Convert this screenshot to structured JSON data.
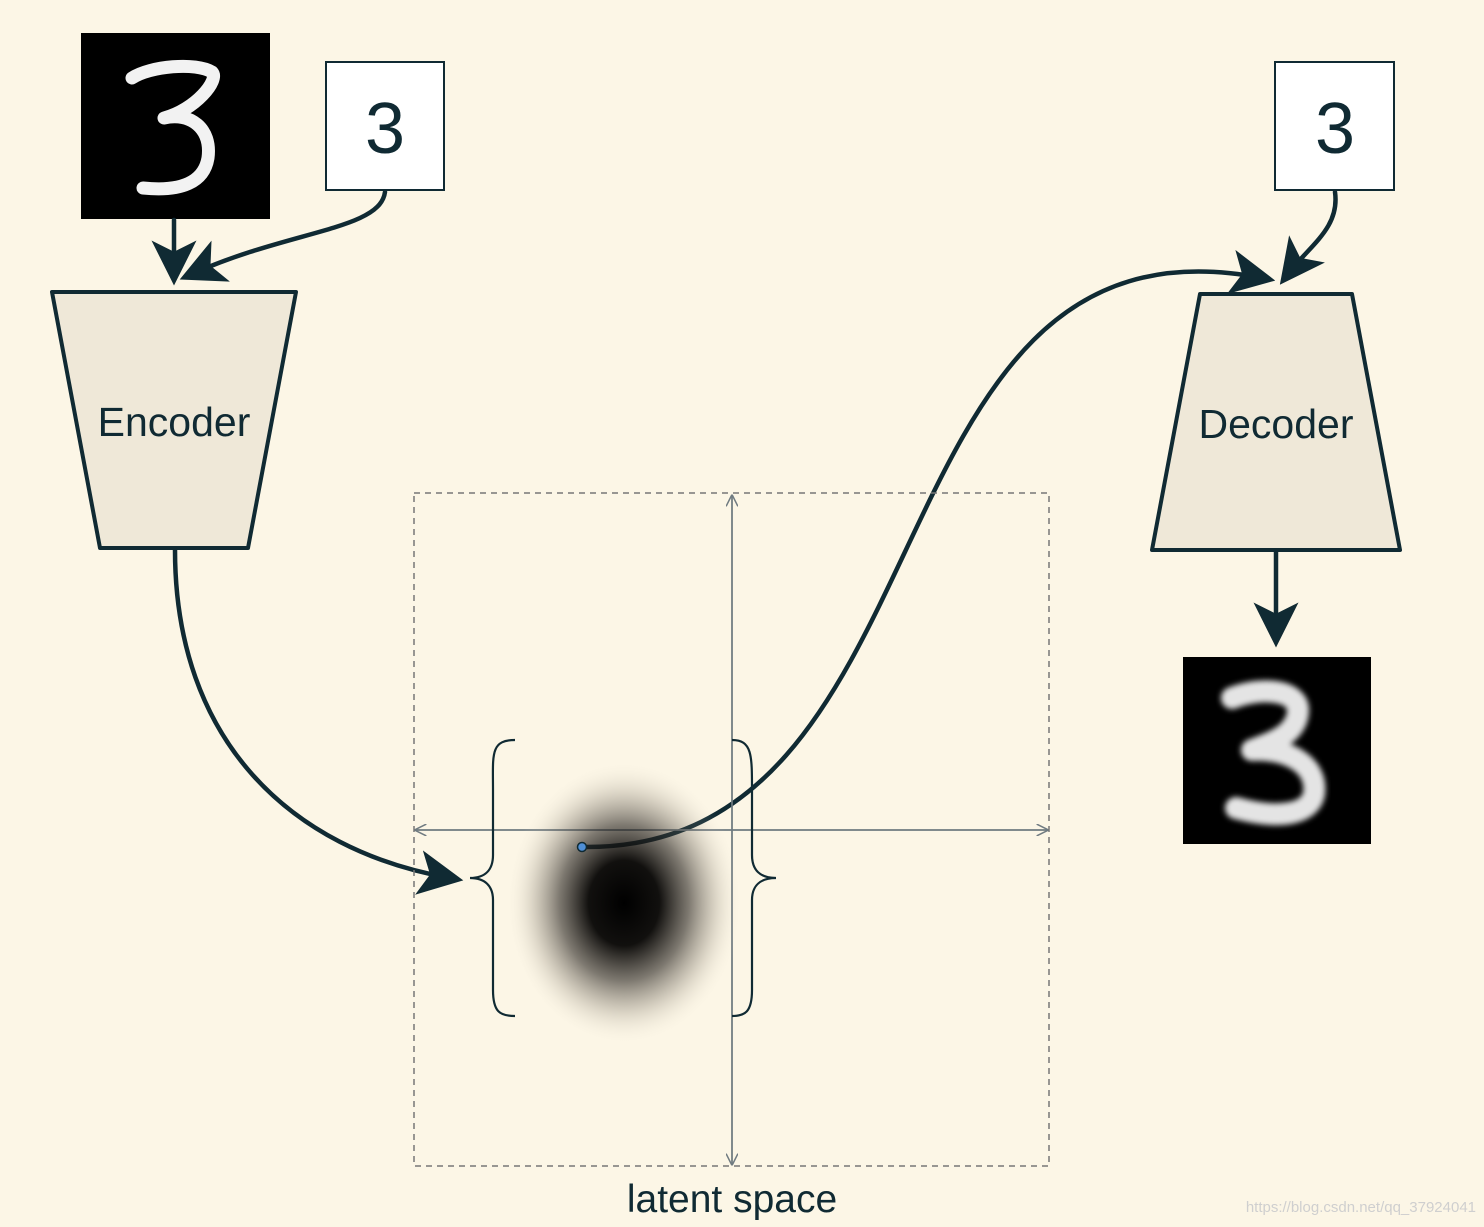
{
  "input_image": {
    "caption": "",
    "digit": "3"
  },
  "condition_label_encoder": "3",
  "condition_label_decoder": "3",
  "encoder": {
    "label": "Encoder"
  },
  "decoder": {
    "label": "Decoder"
  },
  "latent_space": {
    "label": "latent space"
  },
  "output_image": {
    "digit": "3"
  },
  "watermark": "https://blog.csdn.net/qq_37924041",
  "colors": {
    "background": "#fcf6e6",
    "arrow": "#102a33",
    "block_fill": "#efe8d8",
    "axis": "#6f7a80",
    "dashed_border": "#777777",
    "sample_point": "#4f8fd6"
  }
}
